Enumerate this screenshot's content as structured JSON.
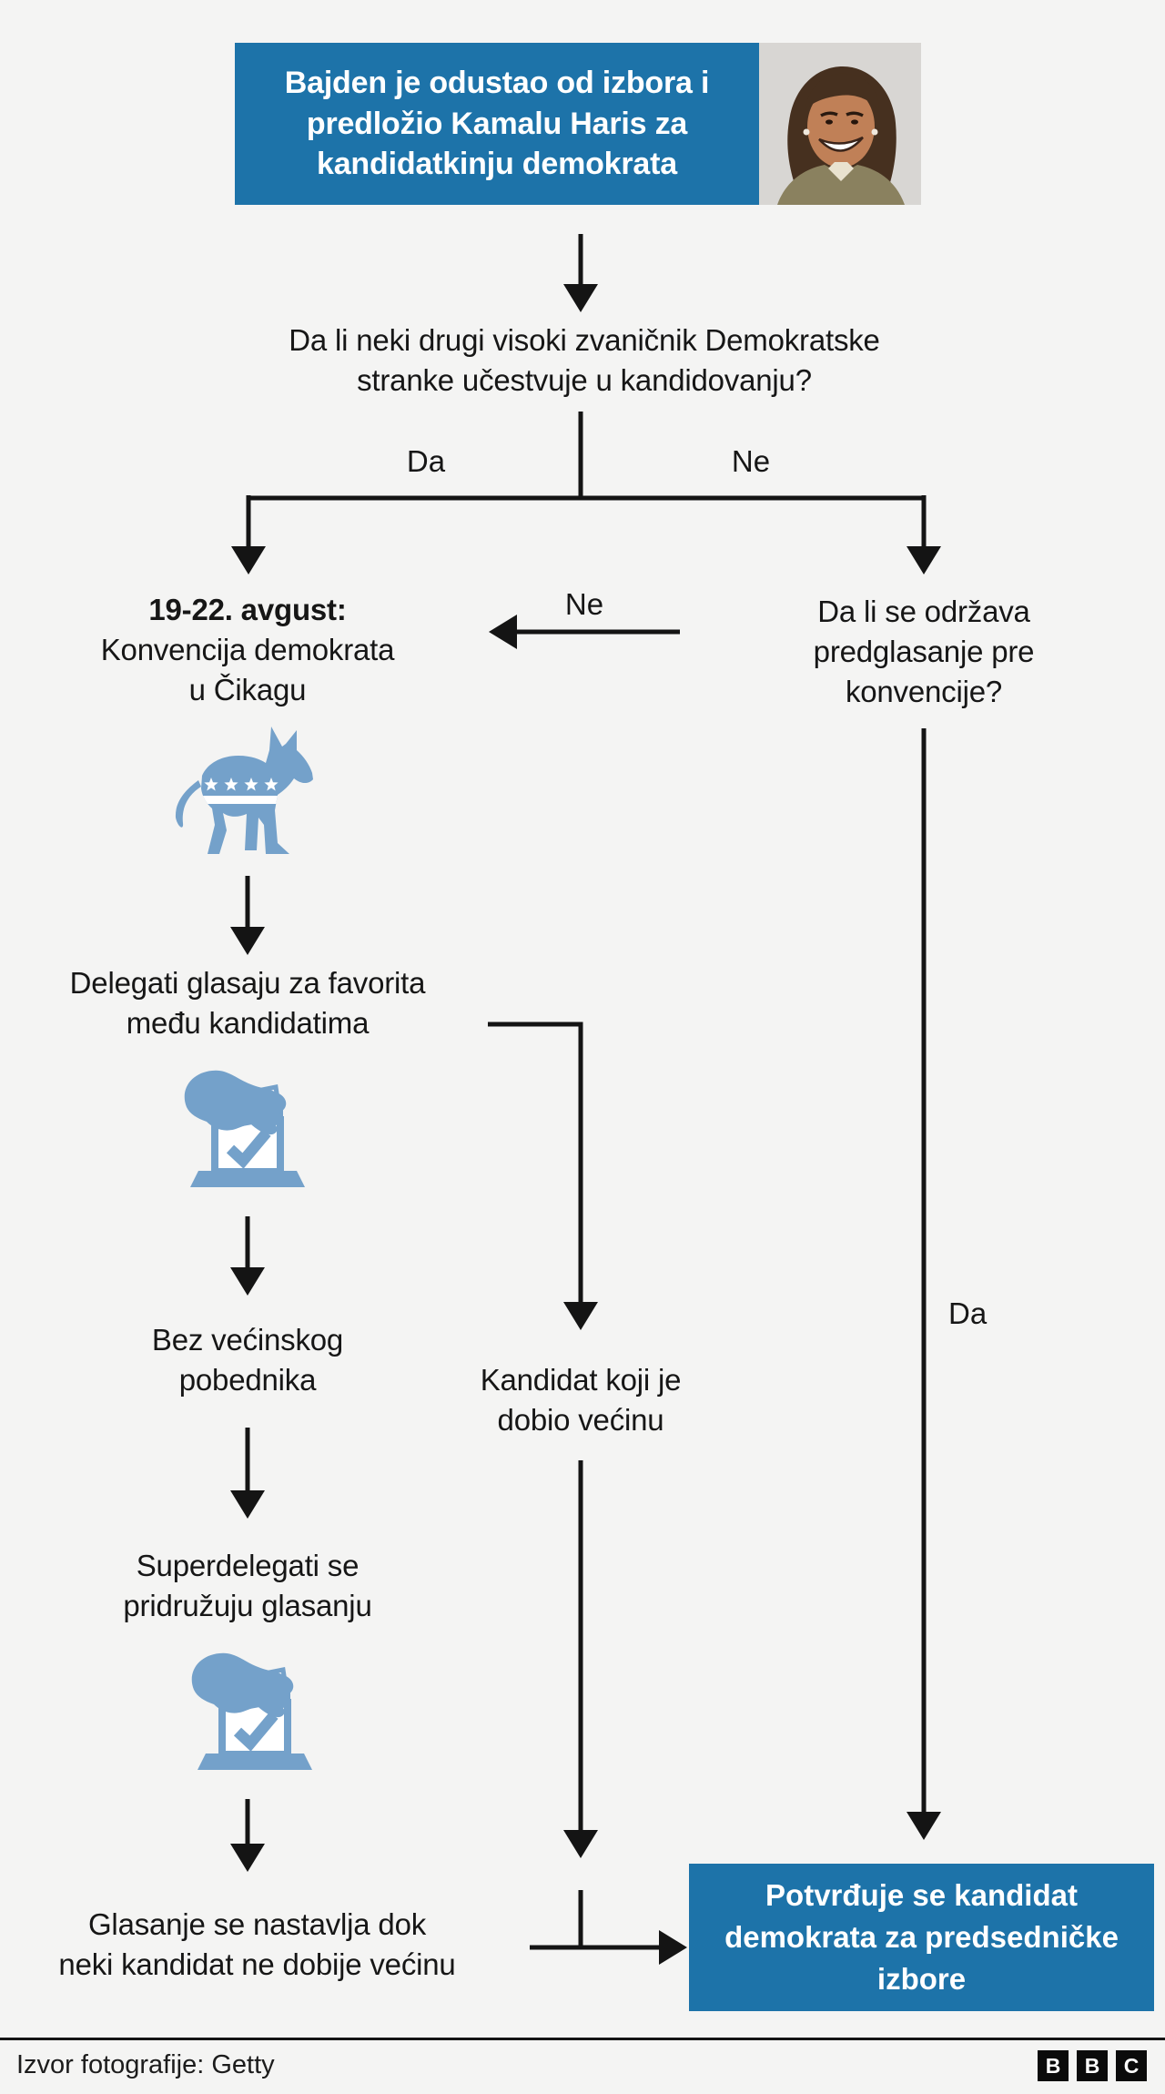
{
  "colors": {
    "background": "#f4f4f3",
    "accent": "#1d73a9",
    "icon_blue": "#74a1ca",
    "text": "#161616",
    "arrow": "#141414",
    "photo_bg": "#d8d6d3",
    "logo_black": "#0b0b0b"
  },
  "header": {
    "lines": [
      "Bajden je odustao od izbora",
      "i predložio Kamalu Haris za",
      "kandidatkinju demokrata"
    ],
    "photo": "kamala-harris-portrait"
  },
  "flow": {
    "q1": {
      "lines": [
        "Da li neki drugi visoki zvaničnik Demokratske",
        "stranke učestvuje u kandidovanju?"
      ]
    },
    "branch": {
      "da": "Da",
      "ne": "Ne"
    },
    "convention": {
      "lines": [
        "19-22. avgust:",
        "Konvencija demokrata",
        "u Čikagu"
      ]
    },
    "ne_arrow_label": "Ne",
    "q2": {
      "lines": [
        "Da li se održava",
        "predglasanje pre",
        "konvencije?"
      ]
    },
    "delegates": {
      "lines": [
        "Delegati glasaju za favorita",
        "među kandidatima"
      ]
    },
    "no_majority": {
      "lines": [
        "Bez većinskog",
        "pobednika"
      ]
    },
    "majority_candidate": {
      "lines": [
        "Kandidat koji je",
        "dobio većinu"
      ]
    },
    "superdelegates": {
      "lines": [
        "Superdelegati se",
        "pridružuju glasanju"
      ]
    },
    "da_arrow_label": "Da",
    "voting_continues": {
      "lines": [
        "Glasanje se nastavlja dok",
        "neki kandidat ne dobije većinu"
      ]
    },
    "final": {
      "lines": [
        "Potvrđuje se kandidat",
        "demokrata za",
        "predsedničke izbore"
      ]
    }
  },
  "icons": {
    "donkey": "democratic-donkey",
    "ballot": "ballot-box"
  },
  "footer": {
    "source": "Izvor fotografije: Getty",
    "logo": [
      "B",
      "B",
      "C"
    ]
  }
}
